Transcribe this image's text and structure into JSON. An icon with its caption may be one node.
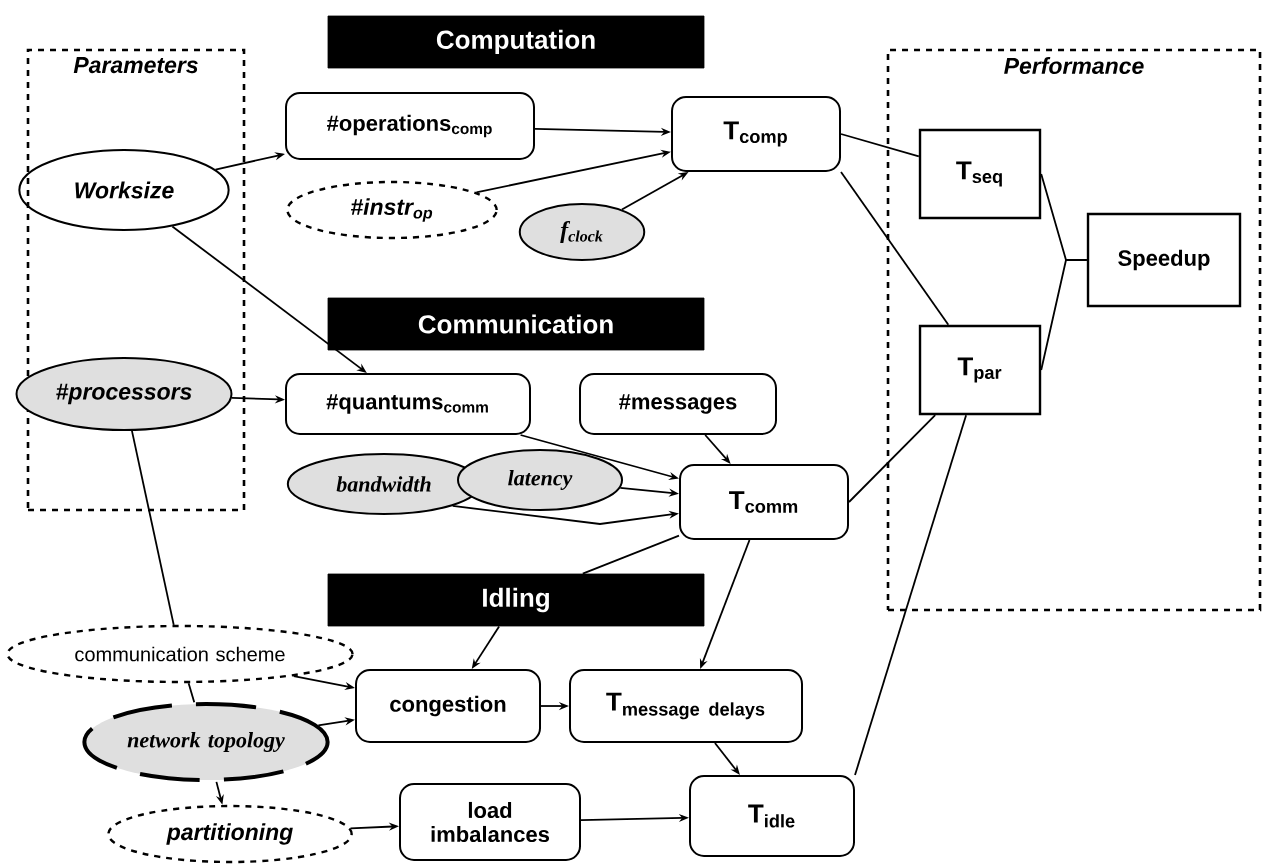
{
  "diagram": {
    "nodes": [
      {
        "text": [
          "Computation"
        ]
      },
      {
        "text": [
          "Parameters"
        ]
      },
      {
        "text": [
          "Worksize"
        ],
        "in": 1
      },
      {
        "text": [
          "#operations$_{comp}$"
        ]
      },
      {
        "text": [
          "T$_{comp}$"
        ]
      },
      {
        "text": [
          "Performance"
        ]
      },
      {
        "text": [
          "T$_{seq}$"
        ],
        "in": 5
      },
      {
        "text": [
          "#instr$_{op}$"
        ]
      },
      {
        "text": [
          "f$_{clock}$"
        ]
      },
      {
        "text": [
          "Speedup"
        ],
        "in": 5
      },
      {
        "text": [
          "Communication"
        ]
      },
      {
        "text": [
          "#processors"
        ],
        "in": 1
      },
      {
        "text": [
          "#quantums$_{comm}$"
        ]
      },
      {
        "text": [
          "#messages"
        ]
      },
      {
        "text": [
          "T$_{par}$"
        ],
        "in": 5
      },
      {
        "text": [
          "bandwidth"
        ]
      },
      {
        "text": [
          "latency"
        ]
      },
      {
        "text": [
          "T$_{comm}$"
        ]
      },
      {
        "text": [
          "Idling"
        ]
      },
      {
        "text": [
          "communication scheme"
        ]
      },
      {
        "text": [
          "congestion"
        ]
      },
      {
        "text": [
          "\\text{T}_{\\text{message delays}}"
        ]
      },
      {
        "text": [
          "network topology"
        ]
      },
      {
        "text": [
          "partitioning"
        ]
      },
      {
        "text": [
          "load imbalances"
        ]
      },
      {
        "text": [
          "T$_{idle}$"
        ]
      }
    ],
    "edges": [
      {
        "from": 2,
        "to": 3,
        "arrow": "to"
      },
      {
        "from": 2,
        "to": 12,
        "arrow": "to"
      },
      {
        "from": 11,
        "to": 12,
        "arrow": "to"
      },
      {
        "from": 3,
        "to": 4,
        "arrow": "to"
      },
      {
        "from": 7,
        "to": 4,
        "arrow": "to"
      },
      {
        "from": 8,
        "to": 4,
        "arrow": "to"
      },
      {
        "from": 4,
        "to": 6,
        "arrow": "none"
      },
      {
        "from": 4,
        "to": 14,
        "arrow": "none"
      },
      {
        "from": 6,
        "to": 9,
        "arrow": "none"
      },
      {
        "from": 14,
        "to": 9,
        "arrow": "none"
      },
      {
        "from": 12,
        "to": 17,
        "arrow": "to"
      },
      {
        "from": 13,
        "to": 17,
        "arrow": "to"
      },
      {
        "from": 15,
        "to": 17,
        "arrow": "to"
      },
      {
        "from": 16,
        "to": 17,
        "arrow": "to"
      },
      {
        "from": 17,
        "to": 14,
        "arrow": "none"
      },
      {
        "from": 17,
        "to": 18,
        "arrow": "none"
      },
      {
        "from": 18,
        "to": 20,
        "arrow": "to"
      },
      {
        "from": 17,
        "to": 21,
        "arrow": "to"
      },
      {
        "from": 11,
        "to": 19,
        "arrow": "none"
      },
      {
        "from": 19,
        "to": 22,
        "arrow": "none"
      },
      {
        "from": 19,
        "to": 20,
        "arrow": "to"
      },
      {
        "from": 22,
        "to": 20,
        "arrow": "to"
      },
      {
        "from": 22,
        "to": 23,
        "arrow": "to"
      },
      {
        "from": 20,
        "to": 21,
        "arrow": "to"
      },
      {
        "from": 23,
        "to": 24,
        "arrow": "to"
      },
      {
        "from": 24,
        "to": 25,
        "arrow": "to"
      },
      {
        "from": 21,
        "to": 25,
        "arrow": "to"
      },
      {
        "from": 25,
        "to": 14,
        "arrow": "none"
      }
    ]
  }
}
